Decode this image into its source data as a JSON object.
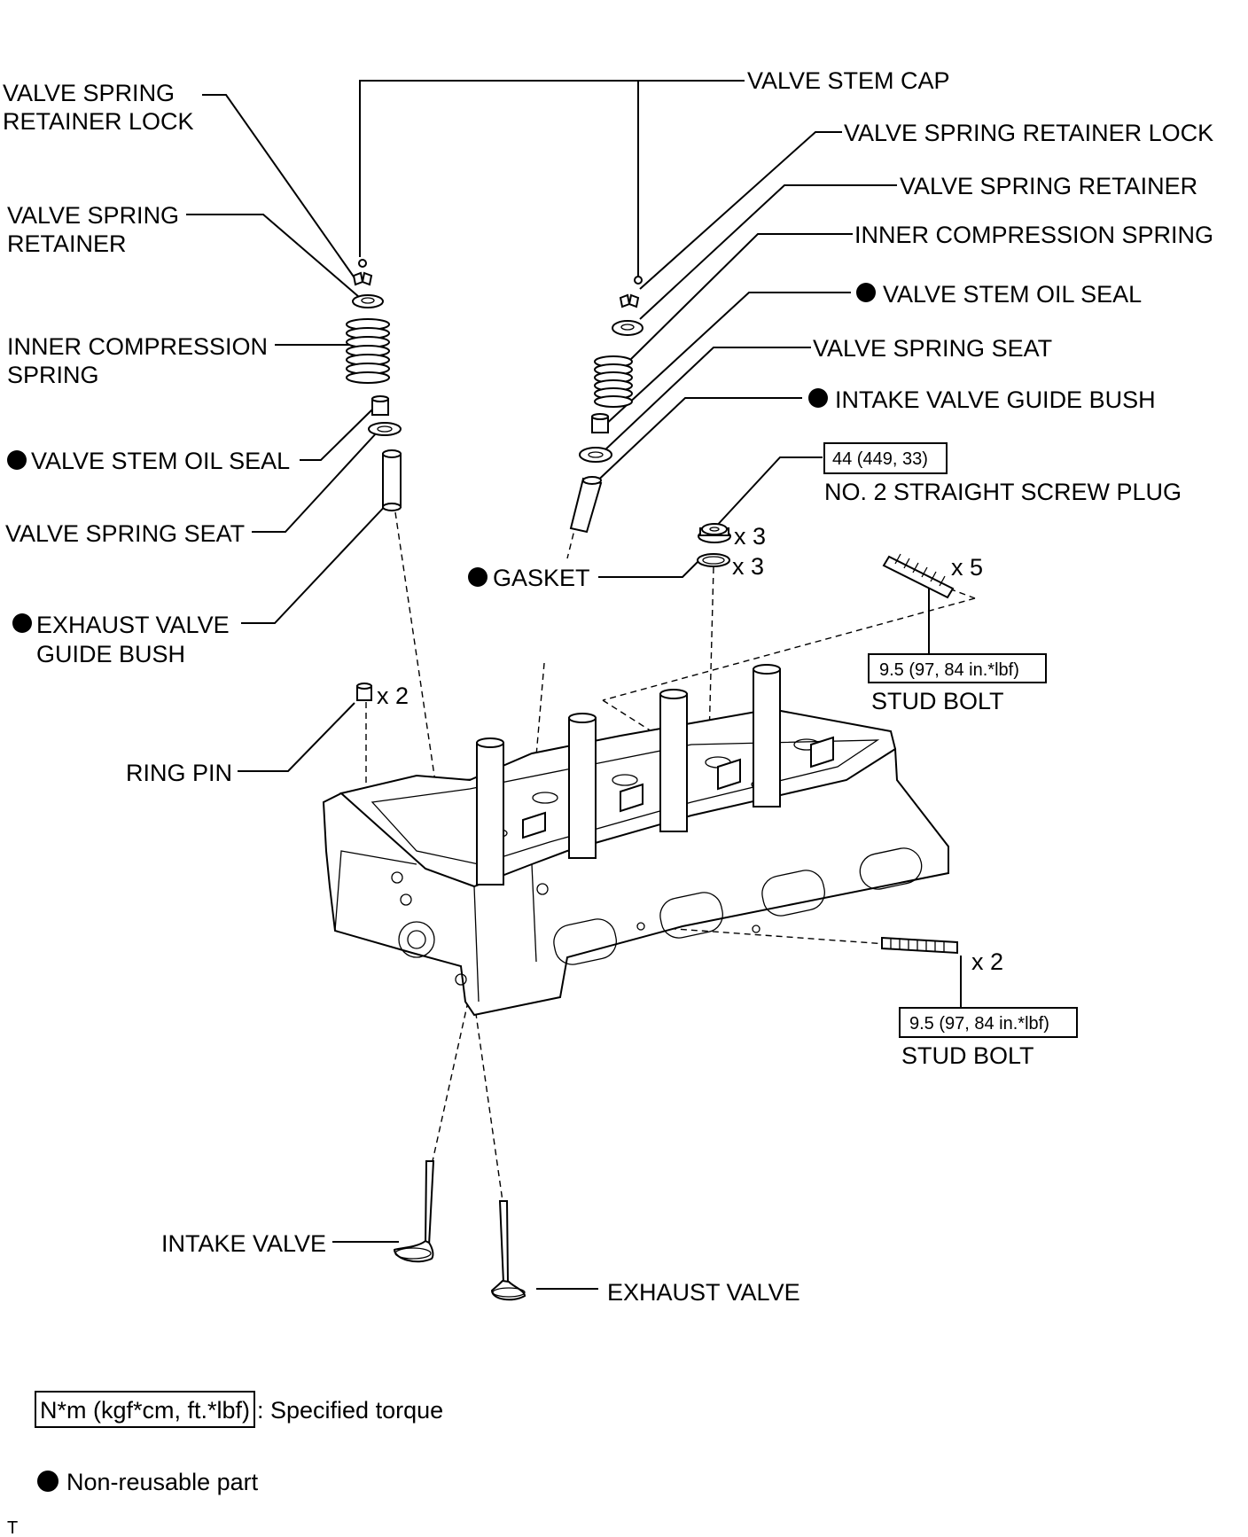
{
  "labels": {
    "left_retainer_lock": [
      "VALVE SPRING",
      "RETAINER LOCK"
    ],
    "left_retainer": [
      "VALVE SPRING",
      "RETAINER"
    ],
    "left_inner_spring": [
      "INNER COMPRESSION",
      "SPRING"
    ],
    "left_oil_seal": "VALVE STEM OIL SEAL",
    "left_spring_seat": "VALVE SPRING SEAT",
    "left_exhaust_bush": [
      "EXHAUST VALVE",
      "GUIDE BUSH"
    ],
    "right_stem_cap": "VALVE STEM CAP",
    "right_retainer_lock": "VALVE SPRING RETAINER LOCK",
    "right_retainer": "VALVE SPRING RETAINER",
    "right_inner_spring": "INNER COMPRESSION SPRING",
    "right_oil_seal": "VALVE STEM OIL SEAL",
    "right_spring_seat": "VALVE SPRING SEAT",
    "right_intake_bush": "INTAKE VALVE GUIDE BUSH",
    "screw_plug_torque": "44 (449, 33)",
    "screw_plug": "NO. 2 STRAIGHT SCREW PLUG",
    "gasket": "GASKET",
    "qty_plug": "x 3",
    "qty_gasket": "x 3",
    "qty_stud_top": "x 5",
    "stud_top_torque": "9.5 (97, 84 in.*lbf)",
    "stud_top": "STUD BOLT",
    "qty_ring_pin": "x 2",
    "ring_pin": "RING PIN",
    "qty_stud_bottom": "x 2",
    "stud_bottom_torque": "9.5 (97, 84 in.*lbf)",
    "stud_bottom": "STUD BOLT",
    "intake_valve": "INTAKE VALVE",
    "exhaust_valve": "EXHAUST VALVE"
  },
  "legend": {
    "torque_unit": "N*m (kgf*cm, ft.*lbf)",
    "torque_desc": ": Specified torque",
    "nonreusable_desc": "Non-reusable part"
  },
  "footer_code": "T"
}
